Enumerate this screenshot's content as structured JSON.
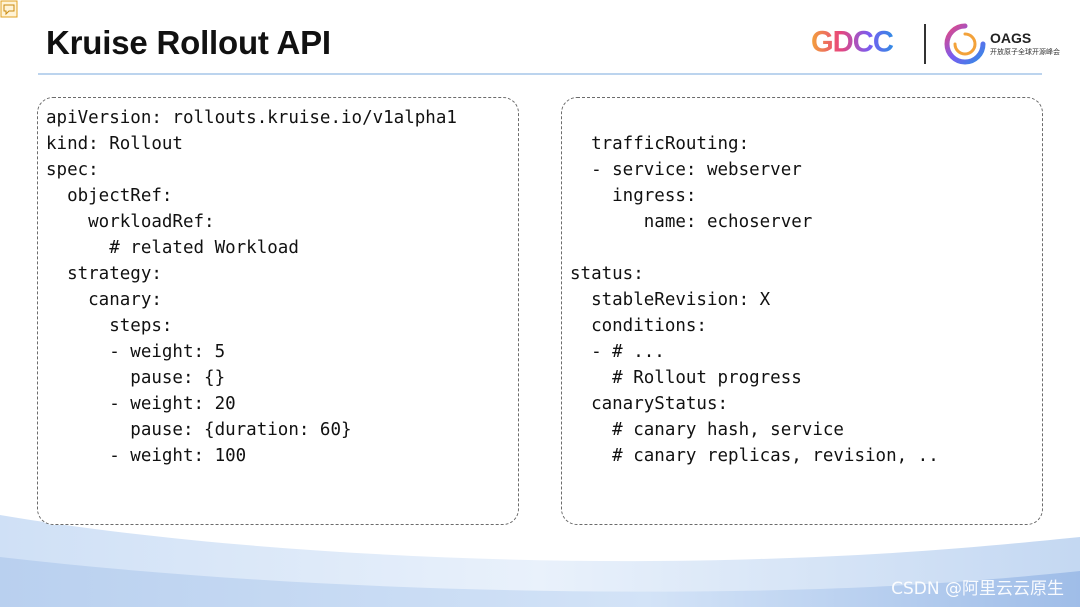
{
  "slide": {
    "title": "Kruise Rollout API",
    "logos": {
      "gdcc_text": "GDCC",
      "oags_text": "OAGS",
      "oags_sub": "开放原子全球开源峰会"
    },
    "left_panel": {
      "lines": [
        "apiVersion: rollouts.kruise.io/v1alpha1",
        "kind: Rollout",
        "spec:",
        "  objectRef:",
        "    workloadRef:",
        "      # related Workload",
        "  strategy:",
        "    canary:",
        "      steps:",
        "      - weight: 5",
        "        pause: {}",
        "      - weight: 20",
        "        pause: {duration: 60}",
        "      - weight: 100"
      ]
    },
    "right_panel": {
      "lines": [
        "  trafficRouting:",
        "  - service: webserver",
        "    ingress:",
        "       name: echoserver",
        "",
        "status:",
        "  stableRevision: X",
        "  conditions:",
        "  - # ...",
        "    # Rollout progress",
        "  canaryStatus:",
        "    # canary hash, service",
        "    # canary replicas, revision, .."
      ]
    },
    "watermark": "CSDN @阿里云云原生",
    "colors": {
      "accent_divider": "#bcd4ee",
      "wave_light": "#e6effa",
      "wave_dark": "#a9c4ea",
      "gdcc_gradient": [
        "#f3a23a",
        "#e8467c",
        "#7a5cf0",
        "#2f8de4"
      ]
    }
  }
}
